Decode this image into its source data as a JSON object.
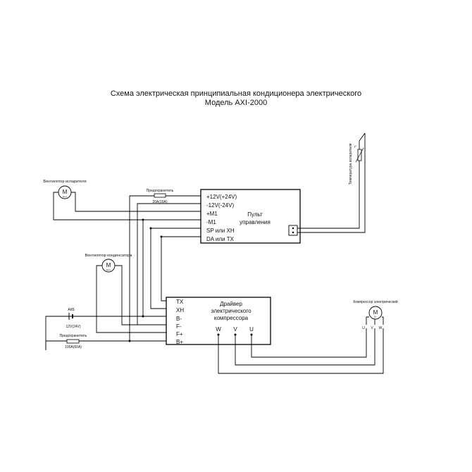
{
  "title": {
    "line1": "Схема электрическая принципиальная кондиционера электрического",
    "line2": "Модель AXI-2000"
  },
  "control_panel": {
    "name_line1": "Пульт",
    "name_line2": "управления",
    "pins": [
      "+12V(+24V)",
      "-12V(-24V)",
      "+M1",
      "-M1",
      "SP или XH",
      "DA или TX"
    ]
  },
  "driver": {
    "name_line1": "Драйвер",
    "name_line2": "электрического",
    "name_line3": "компрессора",
    "left_pins": [
      "TX",
      "XH",
      "B-",
      "F-",
      "F+",
      "B+"
    ],
    "phase_pins": [
      "W",
      "V",
      "U"
    ]
  },
  "evaporator_fan": {
    "label": "Вентилятор испарителя",
    "symbol": "M",
    "sub": "вент"
  },
  "condenser_fan": {
    "label": "Вентилятор конденсатора",
    "symbol": "M",
    "sub": "вент"
  },
  "compressor": {
    "label": "Компрессор электрический",
    "symbol": "M",
    "sub": "3~",
    "terminals": [
      "U",
      "V",
      "W"
    ]
  },
  "fuse_small": {
    "label": "Предохранитель",
    "rating": "20A(15A)"
  },
  "fuse_main": {
    "label": "Предохранитель",
    "rating": "100A(60A)"
  },
  "battery": {
    "label": "АКБ",
    "rating": "12V(24V)"
  },
  "sensor": {
    "label": "Температура испарителя",
    "mark": "t°"
  }
}
